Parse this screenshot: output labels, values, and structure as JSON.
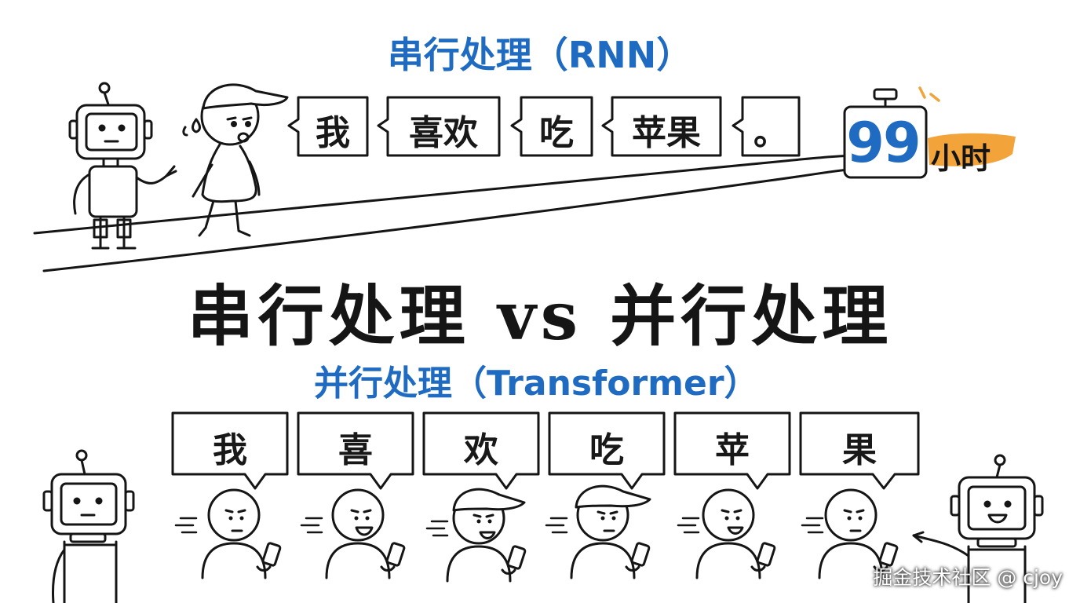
{
  "rnn_title": "串行处理（RNN）",
  "main_title": "串行处理 vs 并行处理",
  "transformer_title": "并行处理（Transformer）",
  "serial_tokens": [
    "我",
    "喜欢",
    "吃",
    "苹果",
    "。"
  ],
  "parallel_tokens": [
    "我",
    "喜",
    "欢",
    "吃",
    "苹",
    "果"
  ],
  "timer": {
    "value": "99",
    "unit": "小时"
  },
  "watermark": "掘金技术社区 @ cjoy",
  "colors": {
    "accent_blue": "#1f6bc2",
    "highlight_orange": "#f2a33a",
    "ink": "#151515"
  },
  "icons": [
    "robot-icon",
    "stopwatch-icon",
    "sweat-drop-icon",
    "phone-icon",
    "cap-icon"
  ]
}
